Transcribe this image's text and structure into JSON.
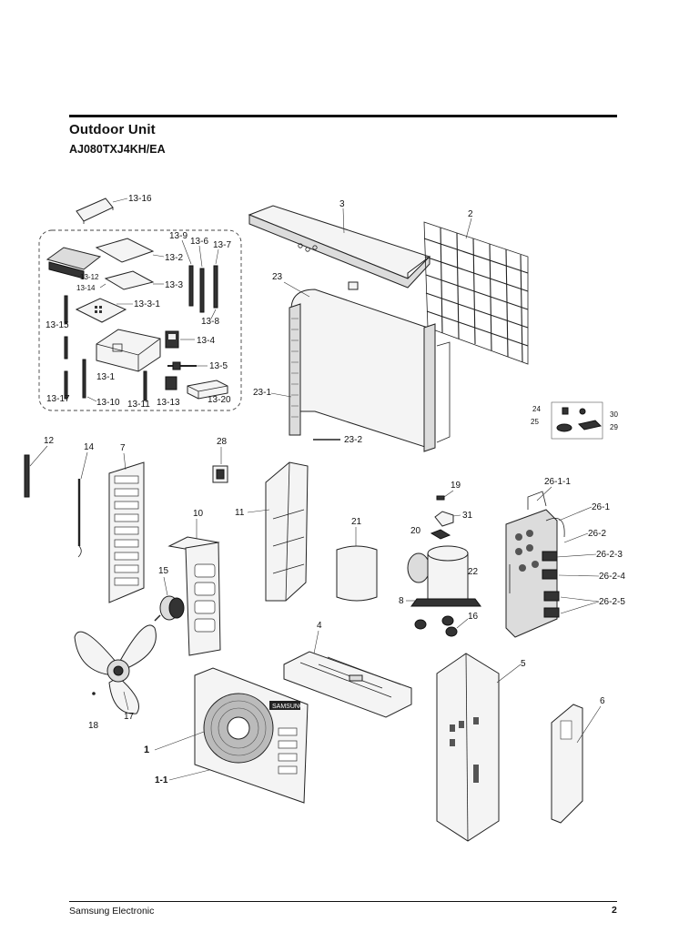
{
  "header": {
    "title": "Outdoor  Unit",
    "model": "AJ080TXJ4KH/EA"
  },
  "footer": {
    "company": "Samsung Electronic",
    "page": "2"
  },
  "callouts": {
    "c13_16": "13-16",
    "c13_9": "13-9",
    "c13_6": "13-6",
    "c13_7": "13-7",
    "c13_2": "13-2",
    "c13_12": "13-12",
    "c13_14": "13-14",
    "c13_3": "13-3",
    "c13_3_1": "13-3-1",
    "c13_15": "13-15",
    "c13_8": "13-8",
    "c13_4": "13-4",
    "c13_5": "13-5",
    "c13_1": "13-1",
    "c13_17": "13-17",
    "c13_10": "13-10",
    "c13_11": "13-11",
    "c13_13": "13-13",
    "c13_20": "13-20",
    "c3": "3",
    "c2": "2",
    "c23": "23",
    "c23_1": "23-1",
    "c23_2": "23-2",
    "c24": "24",
    "c30": "30",
    "c25": "25",
    "c29": "29",
    "c12": "12",
    "c14": "14",
    "c7": "7",
    "c28": "28",
    "c10": "10",
    "c11": "11",
    "c15": "15",
    "c19": "19",
    "c31": "31",
    "c21": "21",
    "c20": "20",
    "c22": "22",
    "c8": "8",
    "c16": "16",
    "c26_1_1": "26-1-1",
    "c26_1": "26-1",
    "c26_2": "26-2",
    "c26_2_3": "26-2-3",
    "c26_2_4": "26-2-4",
    "c26_2_5": "26-2-5",
    "c4": "4",
    "c5": "5",
    "c6": "6",
    "c17": "17",
    "c18": "18",
    "c1": "1",
    "c1_1": "1-1"
  },
  "brand_mark": "SAMSUNG"
}
